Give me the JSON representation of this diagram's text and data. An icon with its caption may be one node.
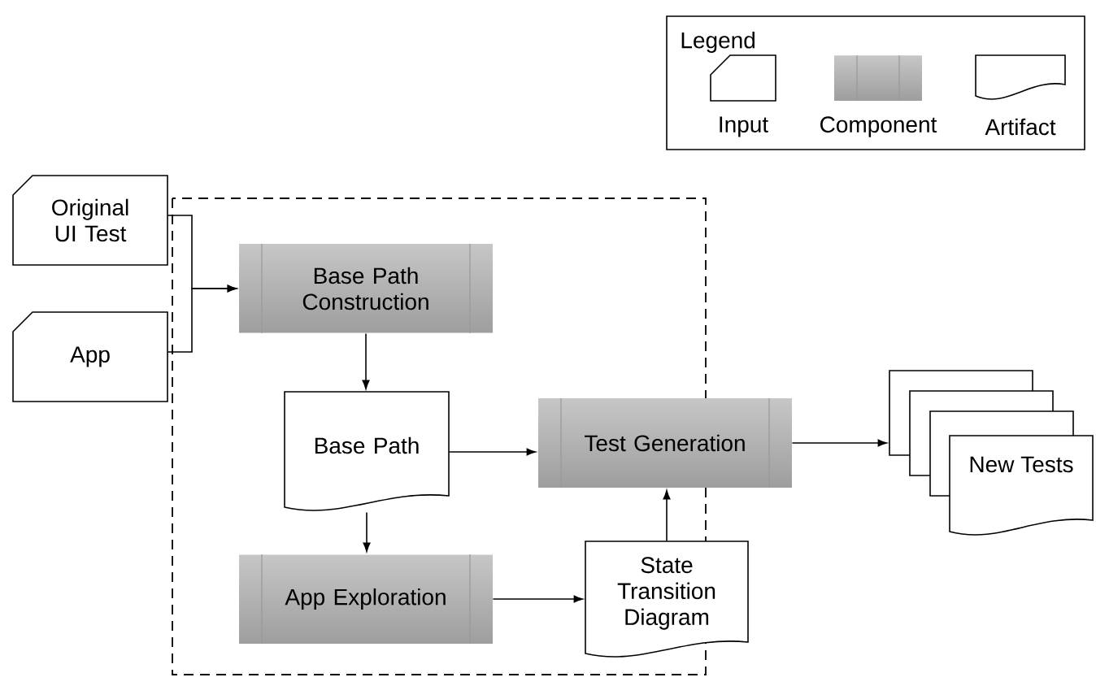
{
  "diagram": {
    "nodes": [
      {
        "text": [
          "Original UI Test"
        ]
      },
      {
        "text": [
          "App"
        ]
      },
      {
        "text": [
          "Base Path Construction"
        ]
      },
      {
        "text": [
          "Base Path"
        ]
      },
      {
        "text": [
          "Test Generation"
        ]
      },
      {
        "text": [
          "App Exploration"
        ]
      },
      {
        "text": [
          "State Transition Diagram"
        ]
      },
      {
        "text": [
          "New Tests"
        ]
      }
    ],
    "edges": [
      {
        "from": 0,
        "to": 2,
        "arrow": "to"
      },
      {
        "from": 1,
        "to": 2,
        "arrow": "to"
      },
      {
        "from": 2,
        "to": 3,
        "arrow": "to"
      },
      {
        "from": 3,
        "to": 4,
        "arrow": "to"
      },
      {
        "from": 3,
        "to": 5,
        "arrow": "to"
      },
      {
        "from": 5,
        "to": 6,
        "arrow": "to"
      },
      {
        "from": 6,
        "to": 4,
        "arrow": "to"
      },
      {
        "from": 4,
        "to": 7,
        "arrow": "to"
      }
    ],
    "labels": [
      "Legend"
    ],
    "legend": [
      {
        "text": "Input"
      },
      {
        "text": "Component"
      },
      {
        "text": "Artifact"
      }
    ]
  }
}
